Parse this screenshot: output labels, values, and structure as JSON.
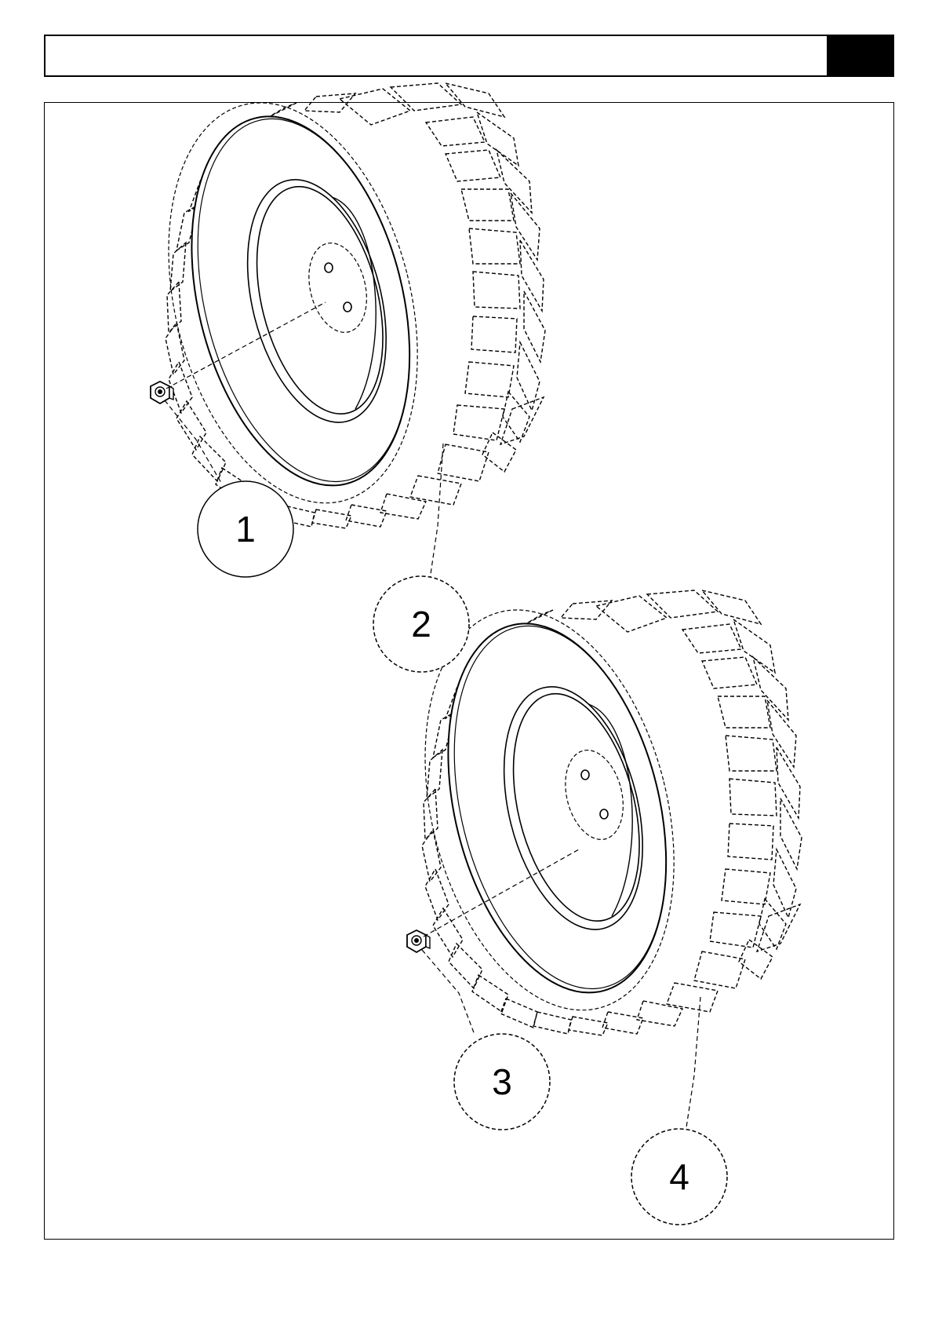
{
  "header": {
    "title": "",
    "page_number": ""
  },
  "callouts": [
    {
      "id": "1",
      "label": "1",
      "style": "solid"
    },
    {
      "id": "2",
      "label": "2",
      "style": "dashed"
    },
    {
      "id": "3",
      "label": "3",
      "style": "dashed"
    },
    {
      "id": "4",
      "label": "4",
      "style": "dashed"
    }
  ],
  "colors": {
    "line": "#000000",
    "background": "#ffffff"
  }
}
